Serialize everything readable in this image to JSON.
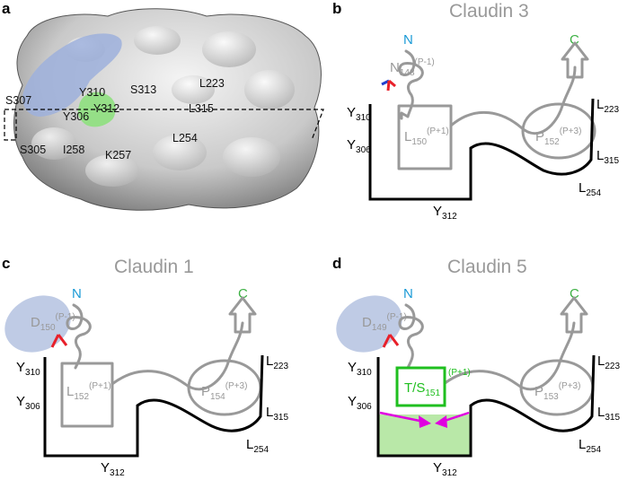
{
  "panels": [
    {
      "letter": "a"
    },
    {
      "letter": "b",
      "title": "Claudin 3"
    },
    {
      "letter": "c",
      "title": "Claudin 1"
    },
    {
      "letter": "d",
      "title": "Claudin 5"
    }
  ],
  "surface_labels": {
    "y310": "Y310",
    "s307": "S307",
    "s313": "S313",
    "l223": "L223",
    "y306": "Y306",
    "y312": "Y312",
    "l315": "L315",
    "s305": "S305",
    "i258": "I258",
    "k257": "K257",
    "l254": "L254"
  },
  "common": {
    "n_term": "N",
    "c_term": "C",
    "y310": "Y",
    "y310_num": "310",
    "y306": "Y",
    "y306_num": "306",
    "y312": "Y",
    "y312_num": "312",
    "l223": "L",
    "l223_num": "223",
    "l315": "L",
    "l315_num": "315",
    "l254": "L",
    "l254_num": "254"
  },
  "claudin3": {
    "p_minus1_res": "N",
    "p_minus1_num": "148",
    "p_minus1_tag": "(P-1)",
    "p_plus1_res": "L",
    "p_plus1_num": "150",
    "p_plus1_tag": "(P+1)",
    "p_plus3_res": "P",
    "p_plus3_num": "152",
    "p_plus3_tag": "(P+3)"
  },
  "claudin1": {
    "p_minus1_res": "D",
    "p_minus1_num": "150",
    "p_minus1_tag": "(P-1)",
    "p_plus1_res": "L",
    "p_plus1_num": "152",
    "p_plus1_tag": "(P+1)",
    "p_plus3_res": "P",
    "p_plus3_num": "154",
    "p_plus3_tag": "(P+3)"
  },
  "claudin5": {
    "p_minus1_res": "D",
    "p_minus1_num": "149",
    "p_minus1_tag": "(P-1)",
    "p_plus1_res": "T/S",
    "p_plus1_num": "151",
    "p_plus1_tag": "(P+1)",
    "p_plus3_res": "P",
    "p_plus3_num": "153",
    "p_plus3_tag": "(P+3)"
  },
  "colors": {
    "n_term": "#1a9ad6",
    "c_term": "#3cb043",
    "outline": "#999999",
    "pocket": "#000000",
    "ellipse": "#b4c2e0",
    "red_mark": "#e8202a",
    "blue_mark": "#1f3fd0",
    "green_box": "#1fbf1f",
    "green_fill": "#b9e8a8",
    "arrow_magenta": "#e000e0",
    "surface_blue": "#9db0dc",
    "surface_green": "#8ee07e"
  }
}
